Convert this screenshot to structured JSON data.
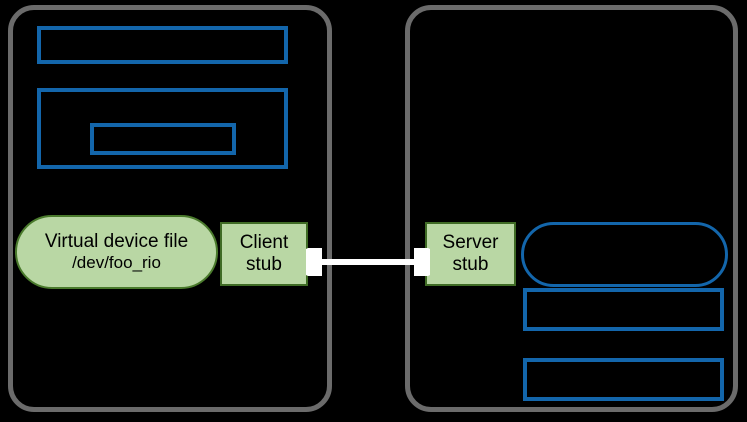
{
  "diagram": {
    "background_color": "#000000",
    "container_border_color": "#6b6b6b",
    "blue_outline_color": "#1366ab",
    "green_fill_color": "#b9d7a4",
    "green_border_color": "#4a7a2c",
    "arrow_color": "#ffffff",
    "left_container": {
      "name": "client-side-container",
      "boxes": [
        {
          "id": "client-box-1",
          "label": ""
        },
        {
          "id": "client-box-2",
          "label": ""
        },
        {
          "id": "client-box-2-inner",
          "label": ""
        }
      ],
      "virtual_device_file": {
        "line1": "Virtual device file",
        "line2": "/dev/foo_rio"
      },
      "client_stub": {
        "line1": "Client",
        "line2": "stub"
      }
    },
    "right_container": {
      "name": "server-side-container",
      "server_stub": {
        "line1": "Server",
        "line2": "stub"
      },
      "boxes": [
        {
          "id": "server-pill",
          "label": ""
        },
        {
          "id": "server-box-1",
          "label": ""
        },
        {
          "id": "server-box-2",
          "label": ""
        }
      ]
    },
    "connector": {
      "name": "client-server-link",
      "style": "double-headed-arrow",
      "label": ""
    }
  }
}
